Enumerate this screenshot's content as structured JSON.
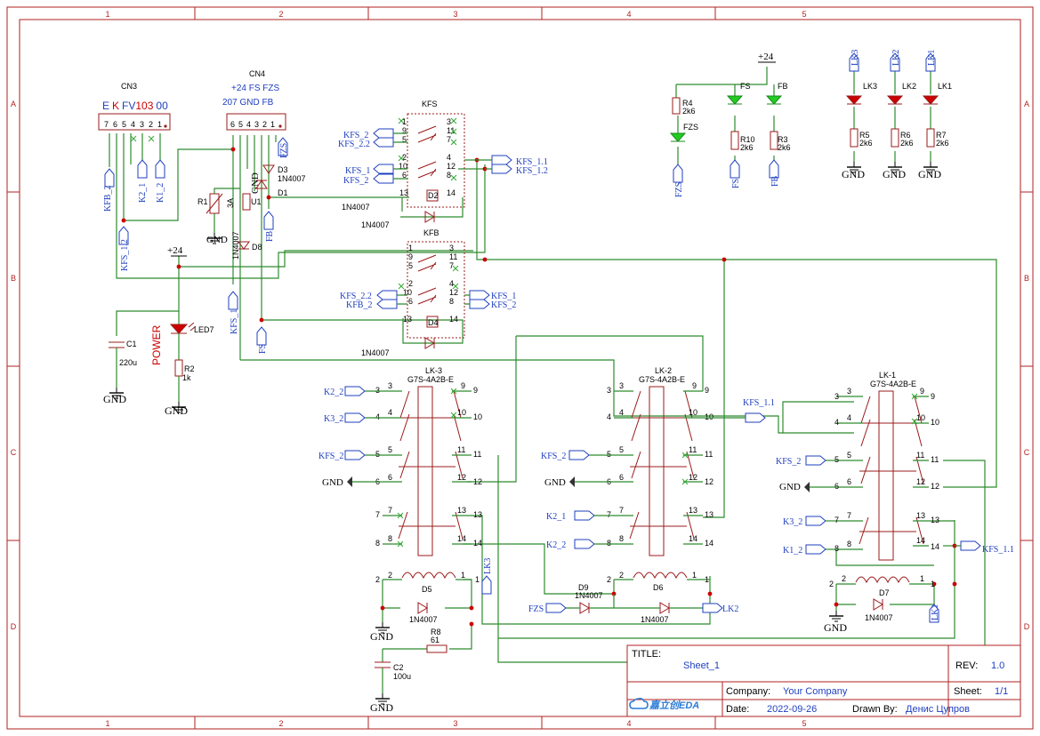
{
  "frame": {
    "columns": [
      "1",
      "2",
      "3",
      "4",
      "5"
    ],
    "rows": [
      "A",
      "B",
      "C",
      "D"
    ]
  },
  "connectors": {
    "cn3": {
      "ref": "CN3",
      "top_text": [
        "E",
        "K",
        "FV",
        "103",
        "00"
      ],
      "pins": [
        "7",
        "6",
        "5",
        "4",
        "3",
        "2",
        "1"
      ]
    },
    "cn4": {
      "ref": "CN4",
      "top_line1": "+24  FS  FZS",
      "top_line2": "207 GND FB",
      "pins": [
        "6",
        "5",
        "4",
        "3",
        "2",
        "1"
      ]
    }
  },
  "relays": {
    "kfs": {
      "ref": "KFS",
      "pins_left": [
        "1",
        "9",
        "5",
        "2",
        "10",
        "6",
        "13"
      ],
      "pins_right": [
        "3",
        "11",
        "7",
        "4",
        "12",
        "8",
        "14"
      ],
      "coil": "D2"
    },
    "kfb": {
      "ref": "KFB",
      "pins_left": [
        "1",
        "9",
        "5",
        "2",
        "10",
        "6",
        "13"
      ],
      "pins_right": [
        "3",
        "11",
        "7",
        "4",
        "12",
        "8",
        "14"
      ],
      "coil": "D4"
    },
    "lk3": {
      "ref": "LK-3",
      "model": "G7S-4A2B-E"
    },
    "lk2": {
      "ref": "LK-2",
      "model": "G7S-4A2B-E"
    },
    "lk1": {
      "ref": "LK-1",
      "model": "G7S-4A2B-E"
    }
  },
  "ports": {
    "kfs_2": "KFS_2",
    "kfs_2_2": "KFS_2.2",
    "kfs_1": "KFS_1",
    "kfs_1_1": "KFS_1.1",
    "kfs_1_2": "KFS_1.2",
    "kfb_2": "KFB_2",
    "k1_2": "K1_2",
    "k2_1": "K2_1",
    "k2_2": "K2_2",
    "k3_2": "K3_2",
    "fs": "FS",
    "fb": "FB",
    "fzs": "FZS",
    "lk1": "LK1",
    "lk2": "LK2",
    "lk3": "LK3"
  },
  "nets": {
    "gnd": "GND",
    "p24": "+24"
  },
  "parts": {
    "r1": "R1",
    "fuse": "3A",
    "u1": "U1",
    "d1": "D1",
    "d3": "D3",
    "d8": "D8",
    "diode": "1N4007",
    "c1": "C1",
    "c1_val": "220u",
    "led7": "LED7",
    "power": "POWER",
    "r2": "R2",
    "r2_val": "1k",
    "r4": "R4",
    "r3": "R3",
    "r5": "R5",
    "r6": "R6",
    "r7": "R7",
    "r10": "R10",
    "r_val": "2k6",
    "led_fs": "FS",
    "led_fb": "FB",
    "led_fzs": "FZS",
    "led_lk3": "LK3",
    "led_lk2": "LK2",
    "led_lk1": "LK1",
    "d5": "D5",
    "d6": "D6",
    "d7": "D7",
    "d9": "D9",
    "r8": "R8",
    "r8_val": "61",
    "c2": "C2",
    "c2_val": "100u"
  },
  "title_block": {
    "title_label": "TITLE:",
    "title": "Sheet_1",
    "rev_label": "REV:",
    "rev": "1.0",
    "company_label": "Company:",
    "company": "Your Company",
    "sheet_label": "Sheet:",
    "sheet": "1/1",
    "date_label": "Date:",
    "date": "2022-09-26",
    "drawn_label": "Drawn By:",
    "drawn": "Денис Цупров",
    "logo": "嘉立创EDA"
  }
}
